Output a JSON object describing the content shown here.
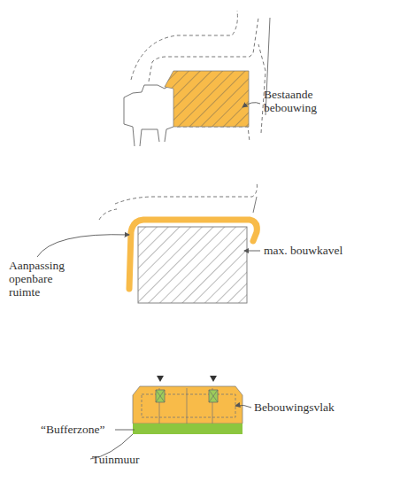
{
  "diagram": {
    "labels": [
      "Bestaande bebouwing",
      "Aanpassing openbare ruimte",
      "max. bouwkavel",
      "Bebouwingsvlak",
      "“Bufferzone”",
      "Tuinmuur"
    ]
  }
}
